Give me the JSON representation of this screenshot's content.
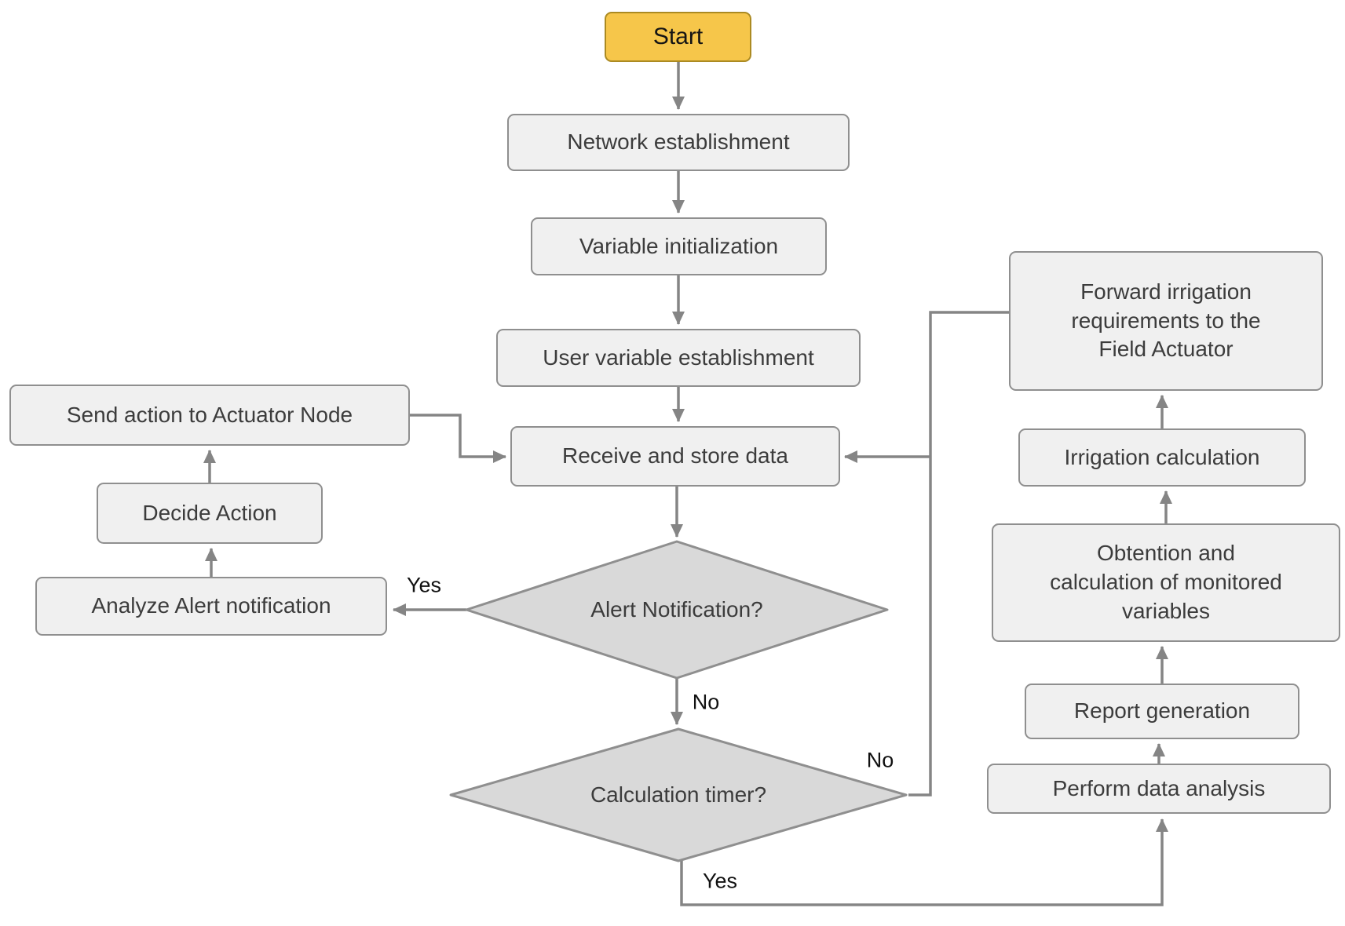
{
  "diagram": {
    "nodes": {
      "start": "Start",
      "network": "Network establishment",
      "variable_init": "Variable initialization",
      "user_variable": "User variable establishment",
      "receive": "Receive and store data",
      "alert_decision": "Alert Notification?",
      "calc_decision": "Calculation timer?",
      "send_action": "Send action to Actuator Node",
      "decide_action": "Decide Action",
      "analyze_alert": "Analyze Alert notification",
      "forward_irrigation": "Forward irrigation\nrequirements to the\nField Actuator",
      "irrigation_calc": "Irrigation calculation",
      "obtention": "Obtention and\ncalculation of monitored\nvariables",
      "report": "Report generation",
      "perform_analysis": "Perform data analysis"
    },
    "edge_labels": {
      "alert_yes": "Yes",
      "alert_no": "No",
      "calc_no": "No",
      "calc_yes": "Yes"
    },
    "colors": {
      "start_fill": "#f6c64a",
      "start_border": "#ab8a22",
      "process_fill": "#f0f0f0",
      "process_border": "#8f8f8f",
      "decision_fill": "#d9d9d9",
      "connector": "#858585",
      "text": "#3c3c3c"
    }
  }
}
